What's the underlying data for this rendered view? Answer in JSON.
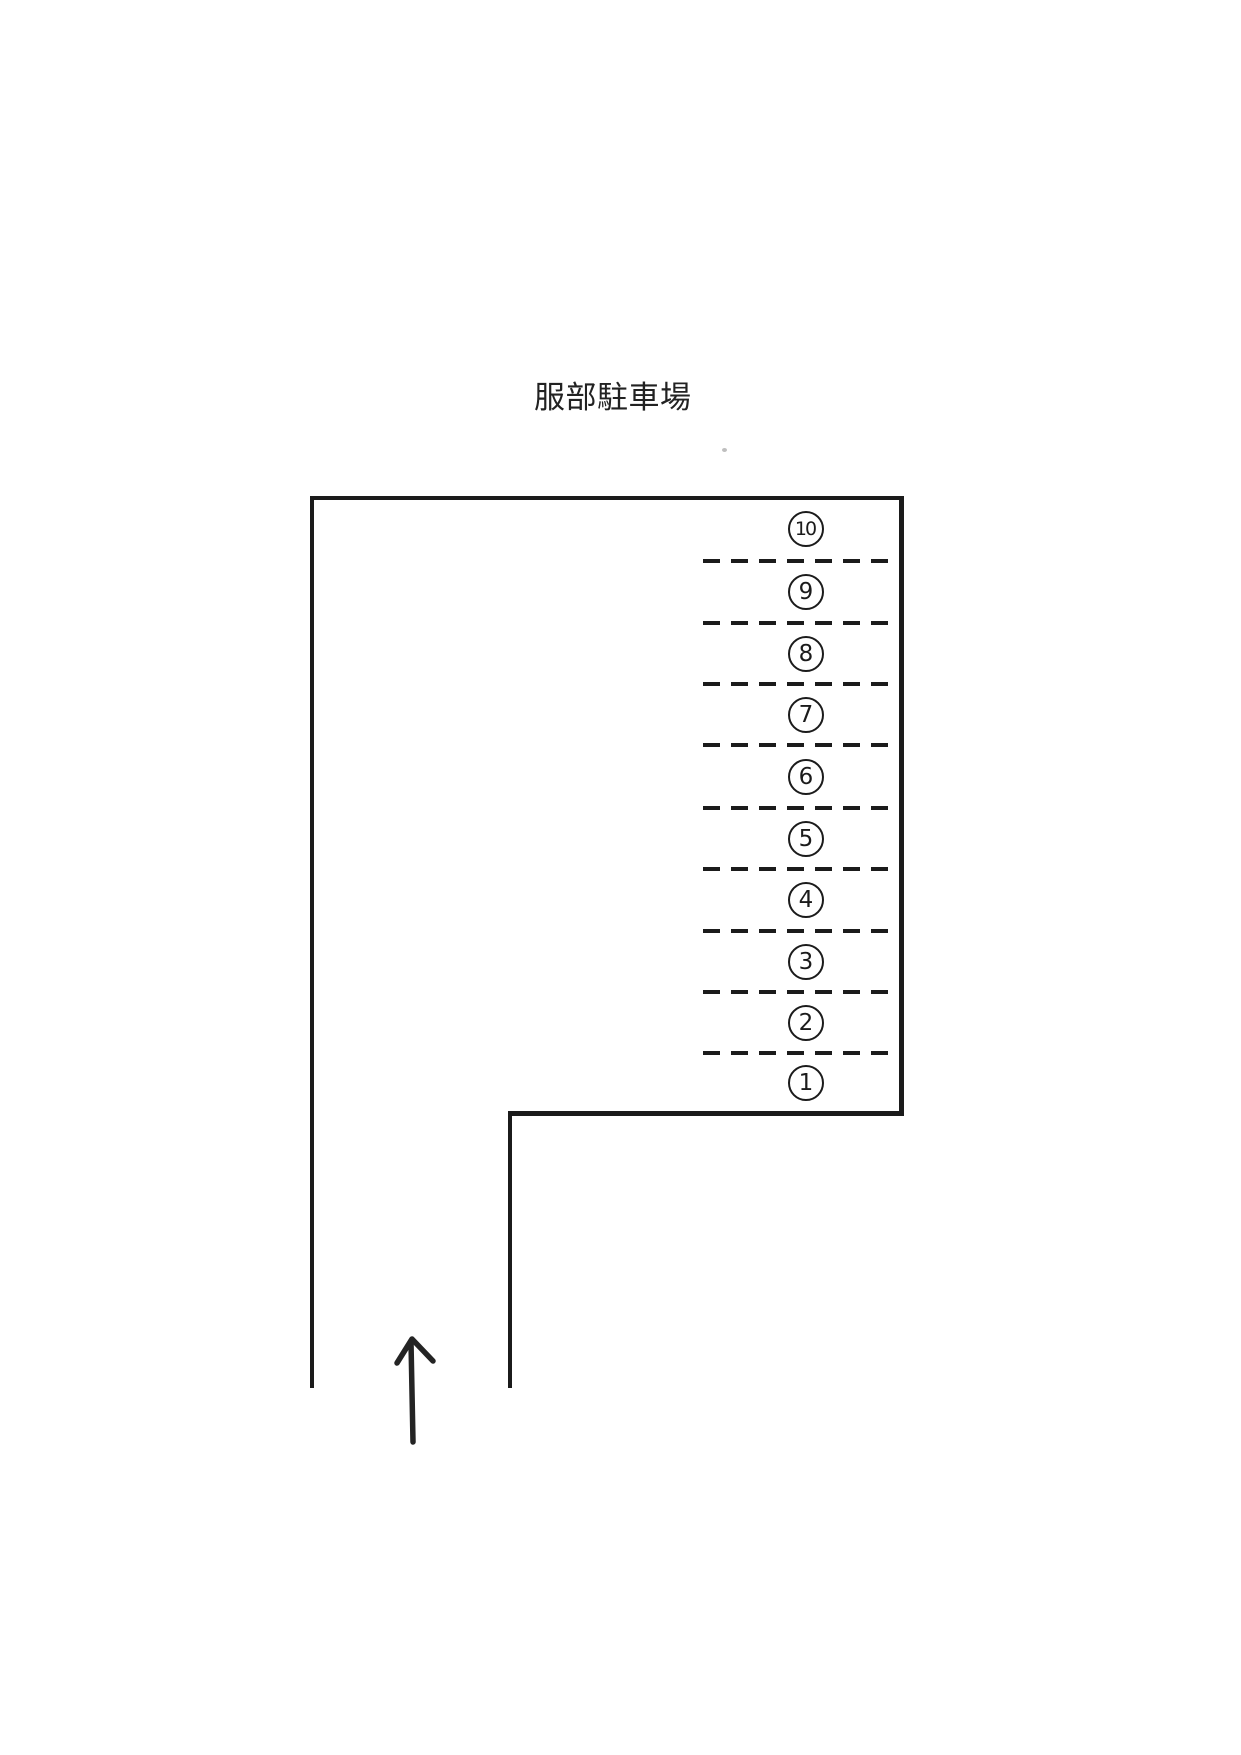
{
  "page": {
    "title": "服部駐車場",
    "background_color": "#ffffff",
    "ink_color": "#1b1b1b"
  },
  "parking": {
    "spaces": [
      {
        "label": "10"
      },
      {
        "label": "9"
      },
      {
        "label": "8"
      },
      {
        "label": "7"
      },
      {
        "label": "6"
      },
      {
        "label": "5"
      },
      {
        "label": "4"
      },
      {
        "label": "3"
      },
      {
        "label": "2"
      },
      {
        "label": "1"
      }
    ],
    "entrance_arrow_icon": "up-arrow-icon"
  }
}
